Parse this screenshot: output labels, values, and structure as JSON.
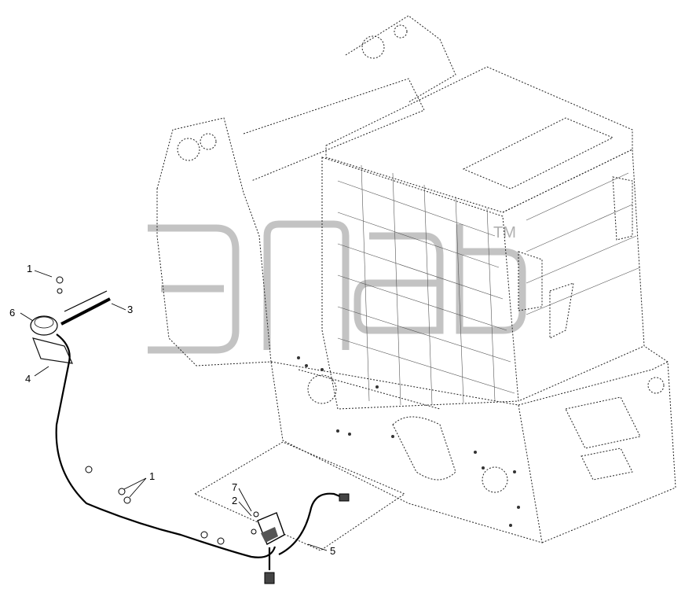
{
  "diagram": {
    "callouts": [
      {
        "id": "c1-top",
        "label": "1"
      },
      {
        "id": "c6",
        "label": "6"
      },
      {
        "id": "c3",
        "label": "3"
      },
      {
        "id": "c4",
        "label": "4"
      },
      {
        "id": "c1-bottom",
        "label": "1"
      },
      {
        "id": "c7",
        "label": "7"
      },
      {
        "id": "c2",
        "label": "2"
      },
      {
        "id": "c5",
        "label": "5"
      }
    ],
    "watermark": {
      "trademark": "TM"
    }
  }
}
